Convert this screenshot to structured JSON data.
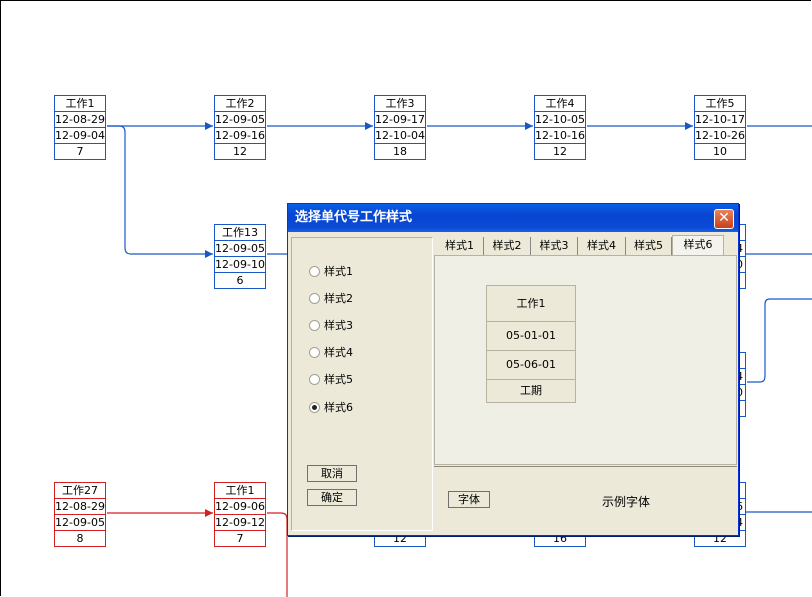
{
  "diagram": {
    "nodes": [
      {
        "id": "n1",
        "rows": [
          "工作1",
          "12-08-29",
          "12-09-04",
          "7"
        ],
        "color": "blue"
      },
      {
        "id": "n2",
        "rows": [
          "工作2",
          "12-09-05",
          "12-09-16",
          "12"
        ],
        "color": "blue"
      },
      {
        "id": "n3",
        "rows": [
          "工作3",
          "12-09-17",
          "12-10-04",
          "18"
        ],
        "color": "blue"
      },
      {
        "id": "n4",
        "rows": [
          "工作4",
          "12-10-05",
          "12-10-16",
          "12"
        ],
        "color": "blue"
      },
      {
        "id": "n5",
        "rows": [
          "工作5",
          "12-10-17",
          "12-10-26",
          "10"
        ],
        "color": "blue"
      },
      {
        "id": "n13",
        "rows": [
          "工作13",
          "12-09-05",
          "12-09-10",
          "6"
        ],
        "color": "blue"
      },
      {
        "id": "n27",
        "rows": [
          "工作27",
          "12-08-29",
          "12-09-05",
          "8"
        ],
        "color": "red"
      },
      {
        "id": "n1b",
        "rows": [
          "工作1",
          "12-09-06",
          "12-09-12",
          "7"
        ],
        "color": "red"
      }
    ],
    "partial_texts": [
      "4",
      "0",
      "4",
      "0",
      "6",
      "4",
      "12",
      "16",
      "12"
    ],
    "colors": {
      "blue": "#1a58c8",
      "red": "#d42020"
    }
  },
  "dialog": {
    "title": "选择单代号工作样式",
    "close_icon": "close-icon",
    "styles": [
      "样式1",
      "样式2",
      "样式3",
      "样式4",
      "样式5",
      "样式6"
    ],
    "selected_style": "样式6",
    "cancel_label": "取消",
    "ok_label": "确定",
    "tabs": [
      "样式1",
      "样式2",
      "样式3",
      "样式4",
      "样式5",
      "样式6"
    ],
    "active_tab": "样式6",
    "preview": {
      "name": "工作1",
      "start": "05-01-01",
      "end": "05-06-01",
      "duration_label": "工期"
    },
    "font_button": "字体",
    "sample_text": "示例字体"
  }
}
